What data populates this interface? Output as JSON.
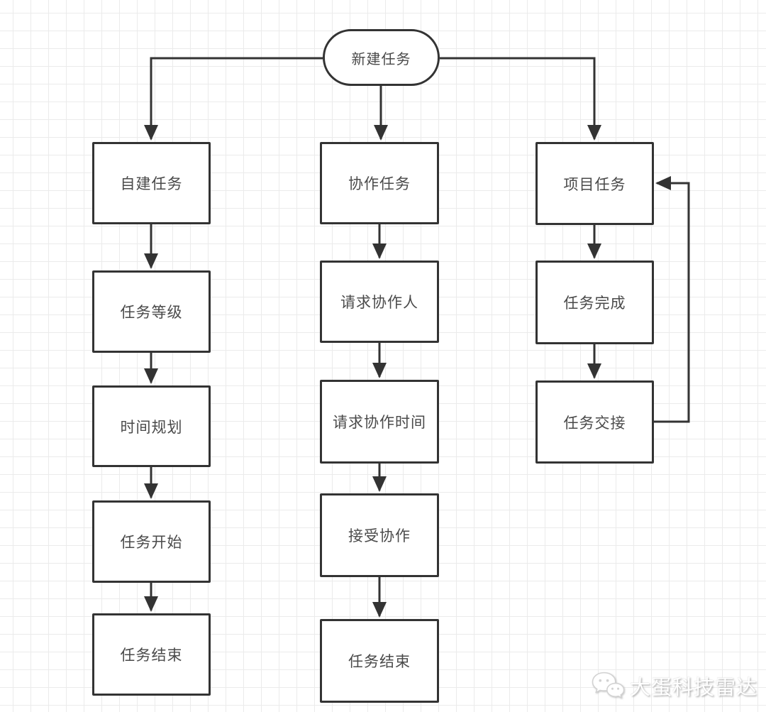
{
  "flowchart": {
    "start": {
      "label": "新建任务",
      "shape": "stadium"
    },
    "columns": [
      {
        "name": "self-built-track",
        "nodes": [
          {
            "label": "自建任务"
          },
          {
            "label": "任务等级"
          },
          {
            "label": "时间规划"
          },
          {
            "label": "任务开始"
          },
          {
            "label": "任务结束"
          }
        ]
      },
      {
        "name": "collaboration-track",
        "nodes": [
          {
            "label": "协作任务"
          },
          {
            "label": "请求协作人"
          },
          {
            "label": "请求协作时间"
          },
          {
            "label": "接受协作"
          },
          {
            "label": "任务结束"
          }
        ]
      },
      {
        "name": "project-track",
        "nodes": [
          {
            "label": "项目任务"
          },
          {
            "label": "任务完成"
          },
          {
            "label": "任务交接"
          }
        ]
      }
    ],
    "edges": [
      {
        "from": "新建任务",
        "to": "自建任务",
        "type": "elbow"
      },
      {
        "from": "新建任务",
        "to": "协作任务",
        "type": "straight"
      },
      {
        "from": "新建任务",
        "to": "项目任务",
        "type": "elbow"
      },
      {
        "from": "自建任务",
        "to": "任务等级",
        "type": "straight"
      },
      {
        "from": "任务等级",
        "to": "时间规划",
        "type": "straight"
      },
      {
        "from": "时间规划",
        "to": "任务开始",
        "type": "straight"
      },
      {
        "from": "任务开始",
        "to": "任务结束",
        "type": "straight"
      },
      {
        "from": "协作任务",
        "to": "请求协作人",
        "type": "straight"
      },
      {
        "from": "请求协作人",
        "to": "请求协作时间",
        "type": "straight"
      },
      {
        "from": "请求协作时间",
        "to": "接受协作",
        "type": "straight"
      },
      {
        "from": "接受协作",
        "to": "任务结束",
        "type": "straight"
      },
      {
        "from": "项目任务",
        "to": "任务完成",
        "type": "straight"
      },
      {
        "from": "任务完成",
        "to": "任务交接",
        "type": "straight"
      },
      {
        "from": "任务交接",
        "to": "项目任务",
        "type": "loop-back"
      }
    ]
  },
  "watermark": {
    "text": "大蛋科技雷达",
    "icon": "wechat-logo"
  },
  "colors": {
    "node_border": "#333333",
    "node_text": "#4a4a4a",
    "edge": "#333333",
    "grid_line": "#ebebeb",
    "background": "#ffffff"
  }
}
